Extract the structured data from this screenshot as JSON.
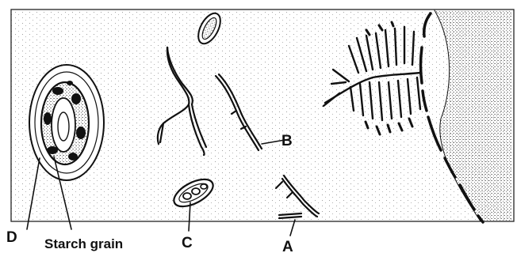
{
  "labels": {
    "a": "A",
    "b": "B",
    "c": "C",
    "d": "D",
    "starch": "Starch grain"
  },
  "colors": {
    "ink": "#111111",
    "stipple": "#9a9a9a",
    "background": "#ffffff"
  }
}
